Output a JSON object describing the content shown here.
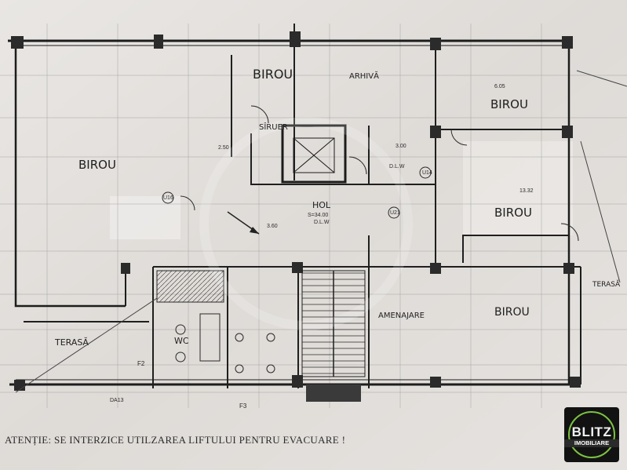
{
  "plan_labels": {
    "birou_top": "BIROU",
    "arhiva": "ARHIVĂ",
    "birou_right_top": "BIROU",
    "birou_left": "BIROU",
    "birou_right_mid": "BIROU",
    "birou_right_low": "BIROU",
    "hol": "HOL",
    "hol_area": "S=34.00",
    "hol_floor": "D.L.W",
    "stupor": "SÎRUER",
    "wc": "WC",
    "dlw_small": "D.L.W",
    "terasa_left": "TERASĂ",
    "terasa_right": "TERASĂ",
    "amenajare": "AMENAJARE",
    "dim_605": "6.05",
    "dim_300": "3.00",
    "dim_1332": "13.32",
    "dim_250": "2.50",
    "dim_360": "3.60",
    "da13": "DA13",
    "f2": "F2",
    "f3": "F3",
    "u16": "U16",
    "u21": "U21",
    "u14": "U14"
  },
  "warning": "ATENȚIE: SE INTERZICE UTILZAREA LIFTULUI PENTRU EVACUARE !",
  "logo": {
    "brand": "BLITZ",
    "sub": "IMOBILIARE"
  },
  "colors": {
    "paper": "#ddd9d5",
    "ink": "#1f1f1f",
    "logo_bg": "#121212",
    "logo_ring": "#7cc242"
  }
}
